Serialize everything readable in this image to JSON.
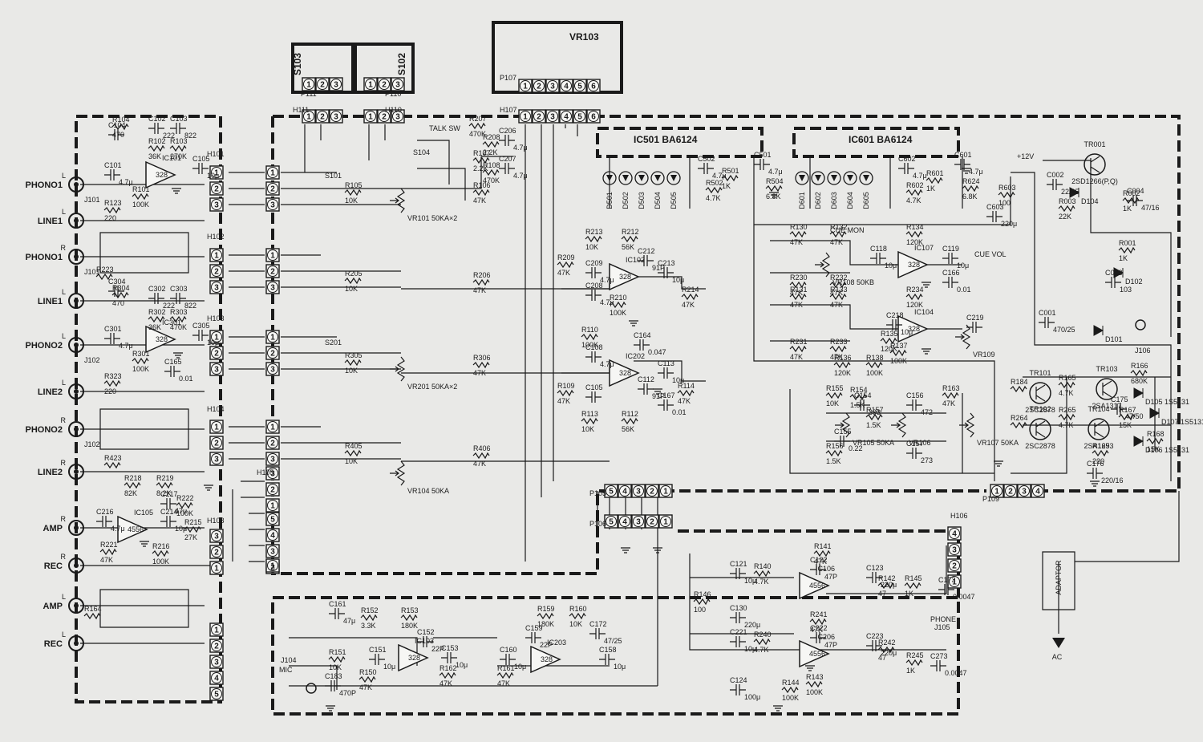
{
  "jacks": [
    {
      "label": "PHONO1",
      "ch": "L",
      "ref": "J101"
    },
    {
      "label": "LINE1",
      "ch": "L",
      "ref": ""
    },
    {
      "label": "PHONO1",
      "ch": "R",
      "ref": "J101"
    },
    {
      "label": "LINE1",
      "ch": "L",
      "ref": ""
    },
    {
      "label": "PHONO2",
      "ch": "L",
      "ref": "J102"
    },
    {
      "label": "LINE2",
      "ch": "L",
      "ref": ""
    },
    {
      "label": "PHONO2",
      "ch": "R",
      "ref": "J102"
    },
    {
      "label": "LINE2",
      "ch": "R",
      "ref": ""
    },
    {
      "label": "AMP",
      "ch": "R",
      "ref": ""
    },
    {
      "label": "REC",
      "ch": "R",
      "ref": ""
    },
    {
      "label": "AMP",
      "ch": "L",
      "ref": ""
    },
    {
      "label": "REC",
      "ch": "L",
      "ref": ""
    }
  ],
  "ics": [
    {
      "ref": "IC501",
      "part": "BA6124"
    },
    {
      "ref": "IC601",
      "part": "BA6124"
    }
  ],
  "opamps": [
    {
      "ref": "IC101",
      "part": "328"
    },
    {
      "ref": "IC301",
      "part": "328"
    },
    {
      "ref": "IC105",
      "part": "4556"
    },
    {
      "ref": "IC102",
      "part": "328"
    },
    {
      "ref": "IC202",
      "part": "328"
    },
    {
      "ref": "IC103",
      "part": "328"
    },
    {
      "ref": "IC203",
      "part": "328"
    },
    {
      "ref": "IC106",
      "part": "4556"
    },
    {
      "ref": "IC206",
      "part": "4556"
    },
    {
      "ref": "IC107",
      "part": "328"
    },
    {
      "ref": "IC104",
      "part": "328"
    }
  ],
  "switches": [
    "S103",
    "S102",
    "VR103",
    "TALK SW",
    "S104",
    "S101",
    "S201"
  ],
  "connectors": [
    "P111",
    "P110",
    "P107",
    "H111",
    "H110",
    "H107",
    "H101",
    "H102",
    "H103",
    "H104",
    "H105",
    "H108",
    "P105",
    "P106",
    "H106",
    "P109",
    "H109"
  ],
  "vr": [
    "VR101 50KA×2",
    "VR201 50KA×2",
    "VR104 50KA",
    "VR105 50KA",
    "VR106",
    "VR107 50KA",
    "VR108 50KB",
    "VR109"
  ],
  "transistors": [
    {
      "ref": "TR001",
      "part": "2SD1266(P,Q)"
    },
    {
      "ref": "TR101",
      "part": "2SC2878"
    },
    {
      "ref": "TR103",
      "part": "2SA1317"
    },
    {
      "ref": "TR102",
      "part": "2SC2878"
    },
    {
      "ref": "TR104",
      "part": "2SA1253"
    }
  ],
  "diodes": [
    "D501",
    "D502",
    "D503",
    "D504",
    "D505",
    "D601",
    "D602",
    "D603",
    "D604",
    "D605",
    "D101",
    "D102",
    "D104",
    "D105 1S5131",
    "D106 1S5131",
    "D107 1S5131"
  ],
  "misc_labels": {
    "supply": "+12V",
    "adaptor": "ADAPTOR",
    "ac": "AC",
    "phone": "PHONE",
    "phone_ref": "J105",
    "mic": "MIC",
    "mic_ref": "J104",
    "dc_jack": "J106",
    "cue_mon": "CUE MON",
    "cue_vol": "CUE VOL"
  },
  "resistors": [
    "R104 470",
    "R102 36K",
    "R103 270K",
    "R101 100K",
    "R123 220",
    "R223",
    "R304 470",
    "R302 36K",
    "R303 470K",
    "R301 100K",
    "R323 220",
    "R423",
    "R218 82K",
    "R219 8.2K",
    "R222 100K",
    "R215 27K",
    "R216 100K",
    "R221 47K",
    "R105 10K",
    "R205 10K",
    "R305 10K",
    "R405 10K",
    "R106 47K",
    "R206 47K",
    "R306 47K",
    "R406 47K",
    "R207 470K",
    "R208 2.2K",
    "R107 2.2K",
    "R108 470K",
    "R213 10K",
    "R212 56K",
    "R209 47K",
    "R210 100K",
    "R214 47K",
    "R110 100K",
    "R109 47K",
    "R113 10K",
    "R112 56K",
    "R114 47K",
    "R502 4.7K",
    "R501 1K",
    "R504 6.8K",
    "R602 4.7K",
    "R601 1K",
    "R624 6.8K",
    "R603 100",
    "R003 22K",
    "R002 1K",
    "R001 1K",
    "R130 47K",
    "R132 47K",
    "R134 120K",
    "R230 47K",
    "R232 47K",
    "R234 120K",
    "R131 47K",
    "R133 47K",
    "R231 47K",
    "R233 47K",
    "R135 120K",
    "R136 120K",
    "R138 100K",
    "R137 100K",
    "R155 10K",
    "R154 1.5K",
    "R157 1.5K",
    "R156 1.5K",
    "R163 47K",
    "R165 4.7K",
    "R166 680K",
    "R265 4.7K",
    "R167 15K",
    "R168 15K",
    "R169 220",
    "R184",
    "R264",
    "R141 47K",
    "R140 4.7K",
    "R146 100",
    "R142 47",
    "R145 1K",
    "R241 47K",
    "R240 4.7K",
    "R242 47",
    "R245 1K",
    "R143 100K",
    "R144 100K",
    "R152 3.3K",
    "R153 180K",
    "R151 10K",
    "R150 47K",
    "R162 47K",
    "R159 180K",
    "R160 10K",
    "R161 47K",
    "R164"
  ],
  "capacitors": [
    "C104",
    "C102 222",
    "C103 822",
    "C101 4.7μ",
    "C105 10μ",
    "C304",
    "C302 222",
    "C303 822",
    "C301 4.7μ",
    "C305 10μ",
    "C165 0.01",
    "C217 47μ",
    "C216 4.7μ",
    "C214 10μ",
    "C206 4.7μ",
    "C207 4.7μ",
    "C209 4.7μ",
    "C212 91P",
    "C208 4.7μ",
    "C213 10μ",
    "C108 4.7μ",
    "C164 0.047",
    "C105",
    "C113 10μ",
    "C112 91P",
    "C167 0.01",
    "C502 4.7μ",
    "C501 4.7μ",
    "C602 4.7μ",
    "C601 4.7μ",
    "C603 220μ",
    "C002 22/25",
    "C004 47/16",
    "C003 103",
    "C001 470/25",
    "C118 10μ",
    "C119 10μ",
    "C166 0.01",
    "C218 10μ",
    "C219",
    "C154 393",
    "C156 472",
    "C155 0.22",
    "C157 273",
    "C175 47/50",
    "C176 220/16",
    "C121 10μ",
    "C122 47P",
    "C123 220μ",
    "C173 0.0047",
    "C130 220μ",
    "C221 10μ",
    "C222 47P",
    "C223 220μ",
    "C273 0.0047",
    "C124 100μ",
    "C161 47μ",
    "C152 22P",
    "C153 10μ",
    "C151 10μ",
    "C183 470P",
    "C160 10μ",
    "C159 22P",
    "C172 47/25",
    "C158 10μ"
  ]
}
